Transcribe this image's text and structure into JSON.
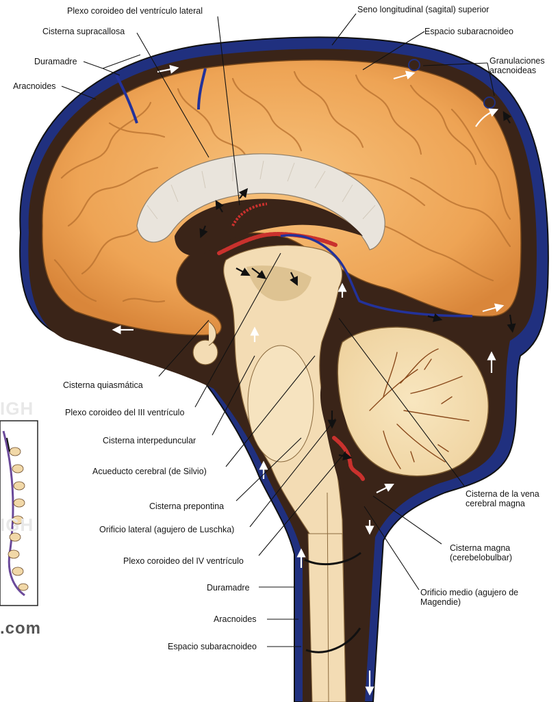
{
  "labels": {
    "plexo_lateral": "Plexo coroideo del ventrículo lateral",
    "seno_longitudinal": "Seno longitudinal (sagital) superior",
    "cisterna_supracallosa": "Cisterna supracallosa",
    "espacio_subaracnoideo_top": "Espacio subaracnoideo",
    "duramadre_top": "Duramadre",
    "granulaciones": "Granulaciones aracnoideas",
    "aracnoides_top": "Aracnoides",
    "cisterna_quiasmatica": "Cisterna quiasmática",
    "plexo_iii": "Plexo coroideo del III ventrículo",
    "cisterna_interpeduncular": "Cisterna interpeduncular",
    "acueducto": "Acueducto cerebral (de Silvio)",
    "cisterna_vena": "Cisterna de la vena cerebral magna",
    "cisterna_prepontina": "Cisterna prepontina",
    "orificio_lateral": "Orificio lateral (agujero de Luschka)",
    "cisterna_magna": "Cisterna magna (cerebelobulbar)",
    "plexo_iv": "Plexo coroideo del IV ventrículo",
    "orificio_medio": "Orificio medio (agujero de Magendie)",
    "duramadre_bottom": "Duramadre",
    "aracnoides_bottom": "Aracnoides",
    "espacio_subaracnoideo_bottom": "Espacio subaracnoideo"
  },
  "watermark": {
    "text_1": "IGH",
    "text_2": "IGH",
    "text_3": ".com"
  },
  "colors": {
    "venous_blue": "#23329a",
    "cortex_orange": "#f0a85a",
    "csf_space": "#3a2418",
    "white_matter": "#f3dcb4",
    "choroid_red": "#c9312d"
  }
}
